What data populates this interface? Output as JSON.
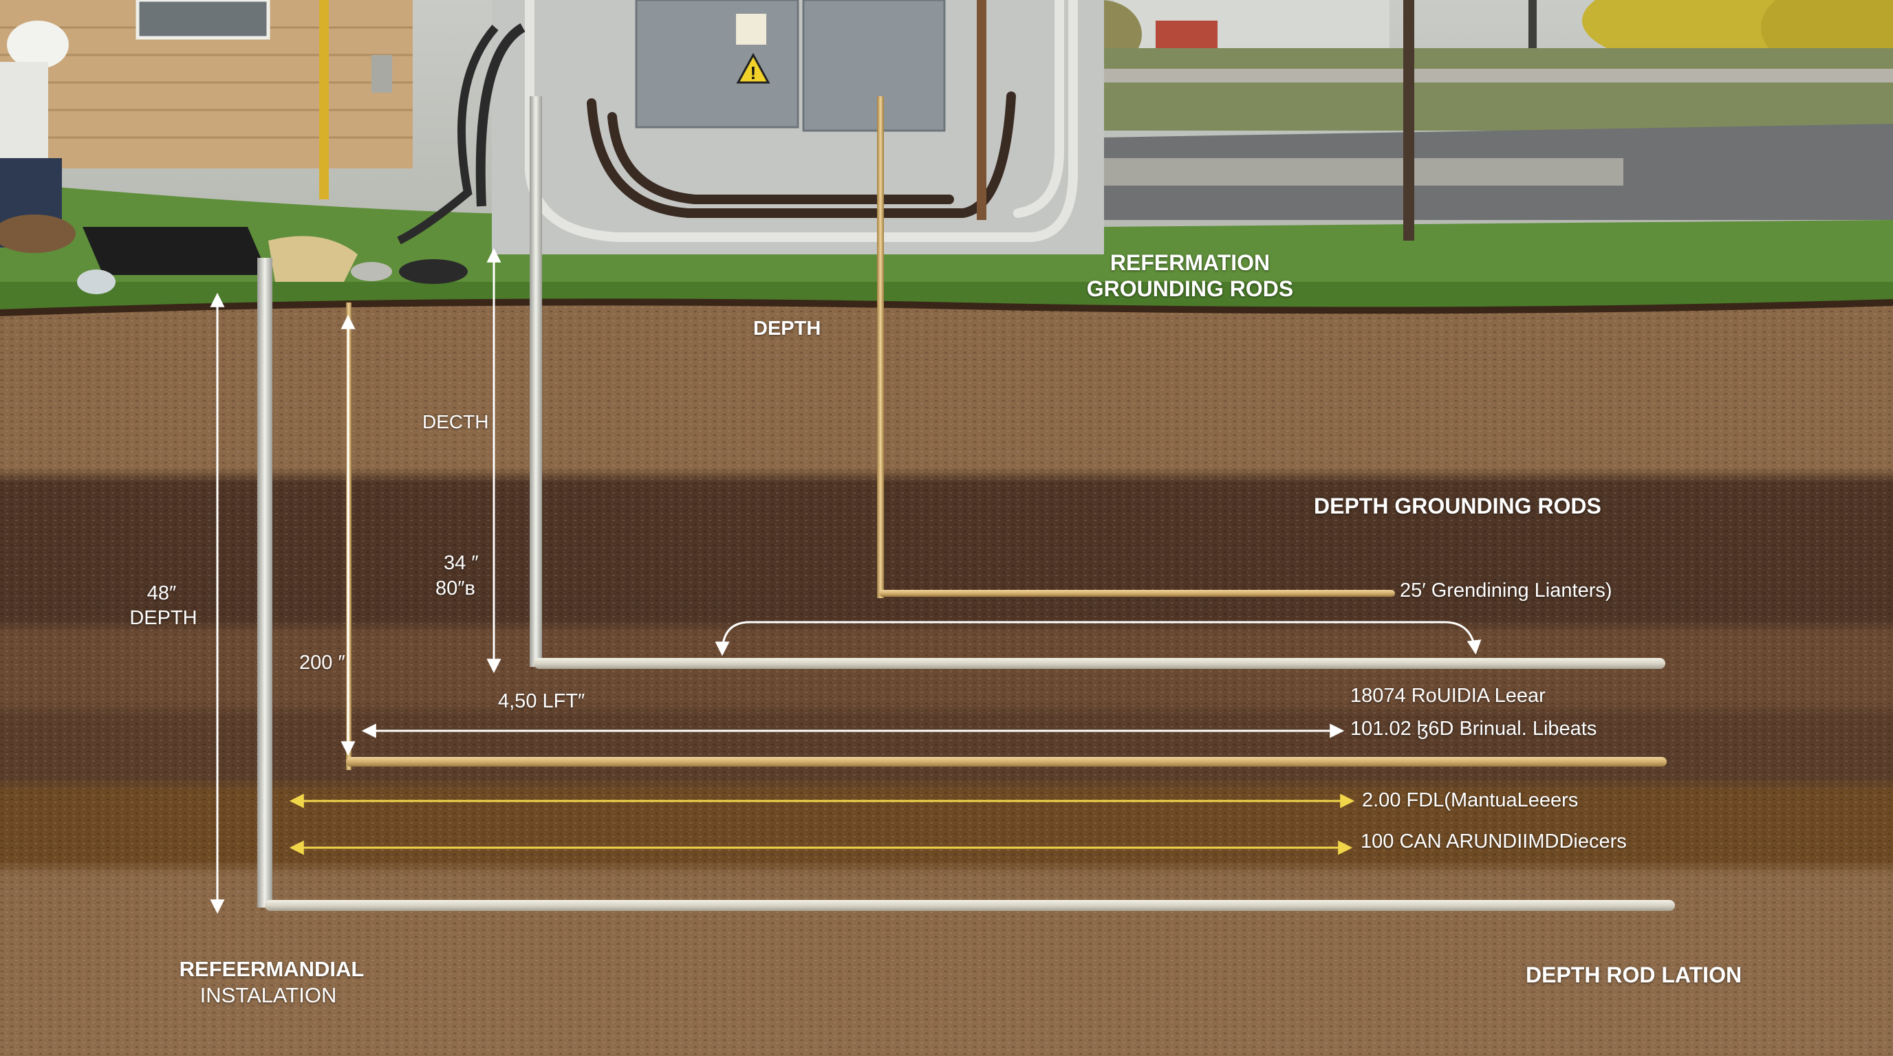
{
  "labels": {
    "refermation": "REFERMATION",
    "grounding_rods_top": "GROUNDING RODS",
    "depth_top": "DEPTH",
    "decth": "DECTH",
    "depth_grounding_rods": "DEPTH GROUNDING RODS",
    "lianters": "25′ Grendining Lianters)",
    "d34": "34 ″",
    "d80": "80″в",
    "d48": "48″",
    "depth_left": "DEPTH",
    "d200": "200  ″",
    "lft": "4,50 LFT″",
    "roudia": "18074 RoUIDIA Leear",
    "brinual": "101.02 ɮ6D Brinual. Libeats",
    "fdl": "2.00 FDL(MantuaLeeers",
    "can": "100 CAN ARUNDIIMDDiecers",
    "refermandial": "REFEERMANDIAL",
    "instalation": "INSTALATION",
    "depth_rod_lation": "DEPTH ROD LATION",
    "warning_sign": "!"
  },
  "colors": {
    "grass": "#5f8f3a",
    "soil_light": "#8a6848",
    "soil_dark": "#4e3526",
    "rod_silver": "#d8d8d2",
    "rod_copper": "#d4b070",
    "arrow_yellow": "#f2d64a",
    "label_white": "#ffffff",
    "label_dark": "#1c140e"
  },
  "icons": {
    "electrical_panel": "electrical-cabinet-icon",
    "worker": "worker-icon",
    "warning": "warning-sign-icon"
  }
}
